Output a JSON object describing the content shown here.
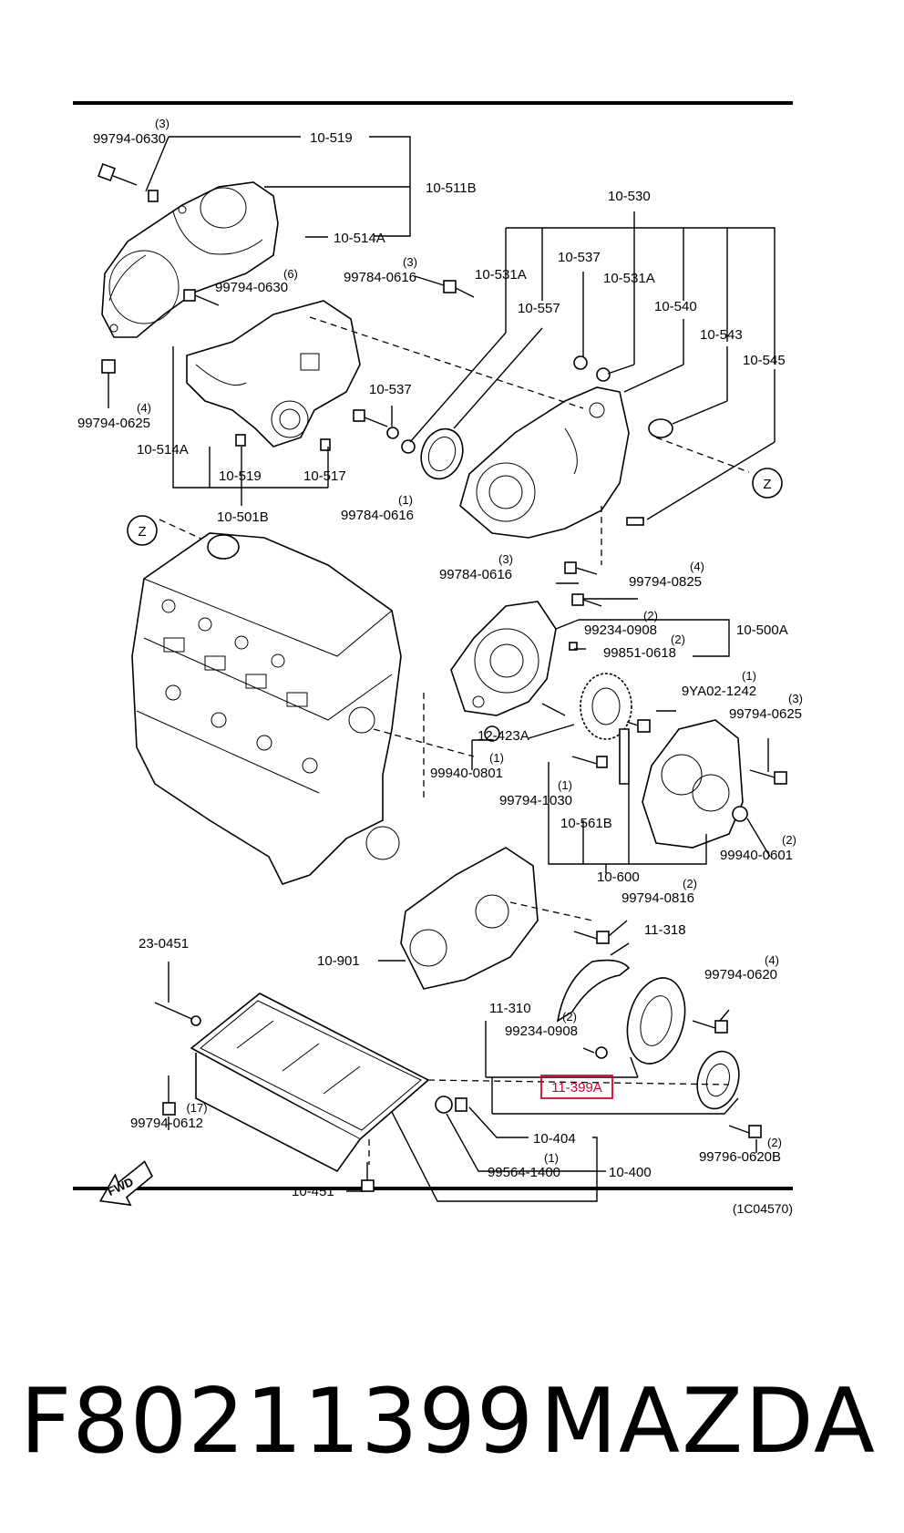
{
  "diagram": {
    "ref_code": "(1C04570)",
    "callouts": {
      "c1": {
        "code": "99794-0630",
        "qty": "(3)"
      },
      "c2": {
        "code": "10-519"
      },
      "c3": {
        "code": "10-511B"
      },
      "c4": {
        "code": "10-514A"
      },
      "c5": {
        "code": "99794-0630",
        "qty": "(6)"
      },
      "c6": {
        "code": "99784-0616",
        "qty": "(3)"
      },
      "c7": {
        "code": "99794-0625",
        "qty": "(4)"
      },
      "c8": {
        "code": "10-514A"
      },
      "c9": {
        "code": "10-519"
      },
      "c10": {
        "code": "10-517"
      },
      "c11": {
        "code": "10-501B"
      },
      "c12": {
        "code": "10-537"
      },
      "c13": {
        "code": "99784-0616",
        "qty": "(1)"
      },
      "c14": {
        "code": "10-530"
      },
      "c15": {
        "code": "10-531A"
      },
      "c16": {
        "code": "10-557"
      },
      "c17": {
        "code": "10-537"
      },
      "c18": {
        "code": "10-531A"
      },
      "c19": {
        "code": "10-540"
      },
      "c20": {
        "code": "10-543"
      },
      "c21": {
        "code": "10-545"
      },
      "c22": {
        "code": "99784-0616",
        "qty": "(3)"
      },
      "c23": {
        "code": "99794-0825",
        "qty": "(4)"
      },
      "c24": {
        "code": "99234-0908",
        "qty": "(2)"
      },
      "c25": {
        "code": "99851-0618",
        "qty": "(2)"
      },
      "c26": {
        "code": "10-500A"
      },
      "c27": {
        "code": "9YA02-1242",
        "qty": "(1)"
      },
      "c28": {
        "code": "99794-0625",
        "qty": "(3)"
      },
      "c29": {
        "code": "12-423A"
      },
      "c30": {
        "code": "99940-0801",
        "qty": "(1)"
      },
      "c31": {
        "code": "99794-1030",
        "qty": "(1)"
      },
      "c32": {
        "code": "10-561B"
      },
      "c33": {
        "code": "99940-0601",
        "qty": "(2)"
      },
      "c34": {
        "code": "10-600"
      },
      "c35": {
        "code": "99794-0816",
        "qty": "(2)"
      },
      "c36": {
        "code": "11-318"
      },
      "c37": {
        "code": "23-0451"
      },
      "c38": {
        "code": "10-901"
      },
      "c39": {
        "code": "99794-0620",
        "qty": "(4)"
      },
      "c40": {
        "code": "11-310"
      },
      "c41": {
        "code": "99234-0908",
        "qty": "(2)"
      },
      "c42": {
        "code": "11-399A"
      },
      "c43": {
        "code": "99794-0612",
        "qty": "(17)"
      },
      "c44": {
        "code": "10-404"
      },
      "c45": {
        "code": "99564-1400",
        "qty": "(1)"
      },
      "c46": {
        "code": "10-400"
      },
      "c47": {
        "code": "99796-0620B",
        "qty": "(2)"
      },
      "c48": {
        "code": "10-451"
      }
    },
    "z_marker": "Z",
    "fwd_marker": "FWD"
  },
  "footer": {
    "part_number": "F80211399",
    "brand": "MAZDA"
  },
  "colors": {
    "highlight": "#e0002a",
    "ink": "#000000",
    "background": "#ffffff"
  }
}
